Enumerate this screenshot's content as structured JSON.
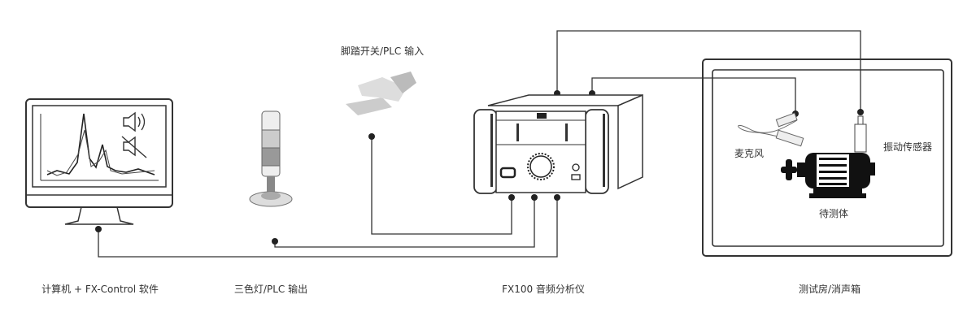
{
  "labels": {
    "computer": "计算机 + FX-Control 软件",
    "tower_light": "三色灯/PLC 输出",
    "analyzer": "FX100 音频分析仪",
    "chamber": "测试房/消声箱",
    "foot_switch": "脚踏开关/PLC 输入",
    "microphone": "麦克风",
    "vibration_sensor": "振动传感器",
    "dut": "待测体"
  },
  "colors": {
    "line": "#333333",
    "fill": "#111111"
  }
}
